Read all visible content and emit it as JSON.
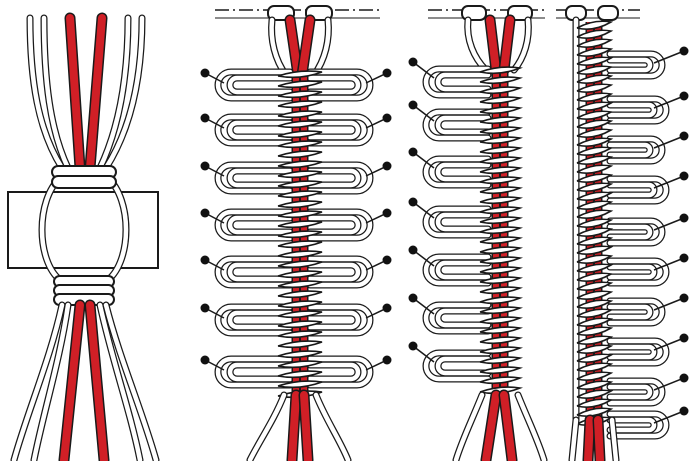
{
  "image": {
    "kind": "macrame-knotting-illustration",
    "panels": [
      {
        "name": "square-knot-over-card",
        "pins": 0,
        "twist": "flat"
      },
      {
        "name": "picot-loops-flat-sinnet",
        "pins": 14,
        "twist": "flat"
      },
      {
        "name": "picot-loops-one-sided",
        "pins": 7,
        "twist": "half-hitch"
      },
      {
        "name": "picot-loops-spiral-sinnet",
        "pins": 10,
        "twist": "spiral"
      }
    ],
    "colors": {
      "filler_cord": "#d01f26",
      "working_cord": "#ffffff",
      "outline": "#1a1a1a",
      "card": "#ffffff",
      "pin_head": "#111111"
    }
  }
}
